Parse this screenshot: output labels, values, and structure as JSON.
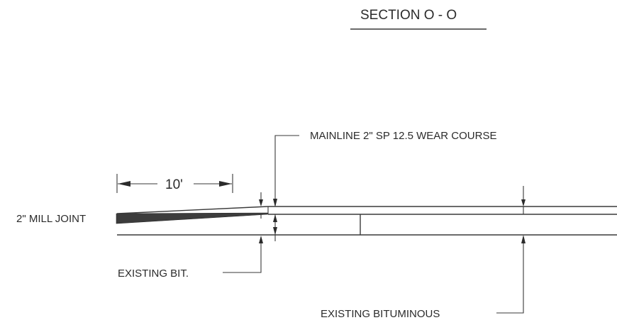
{
  "drawing": {
    "title": "SECTION O - O",
    "labels": {
      "mainline": "MAINLINE 2\" SP 12.5 WEAR COURSE",
      "mill_joint": "2\" MILL JOINT",
      "dimension": "10'",
      "existing_bit": "EXISTING BIT.",
      "existing_bituminous": "EXISTING BITUMINOUS"
    }
  }
}
